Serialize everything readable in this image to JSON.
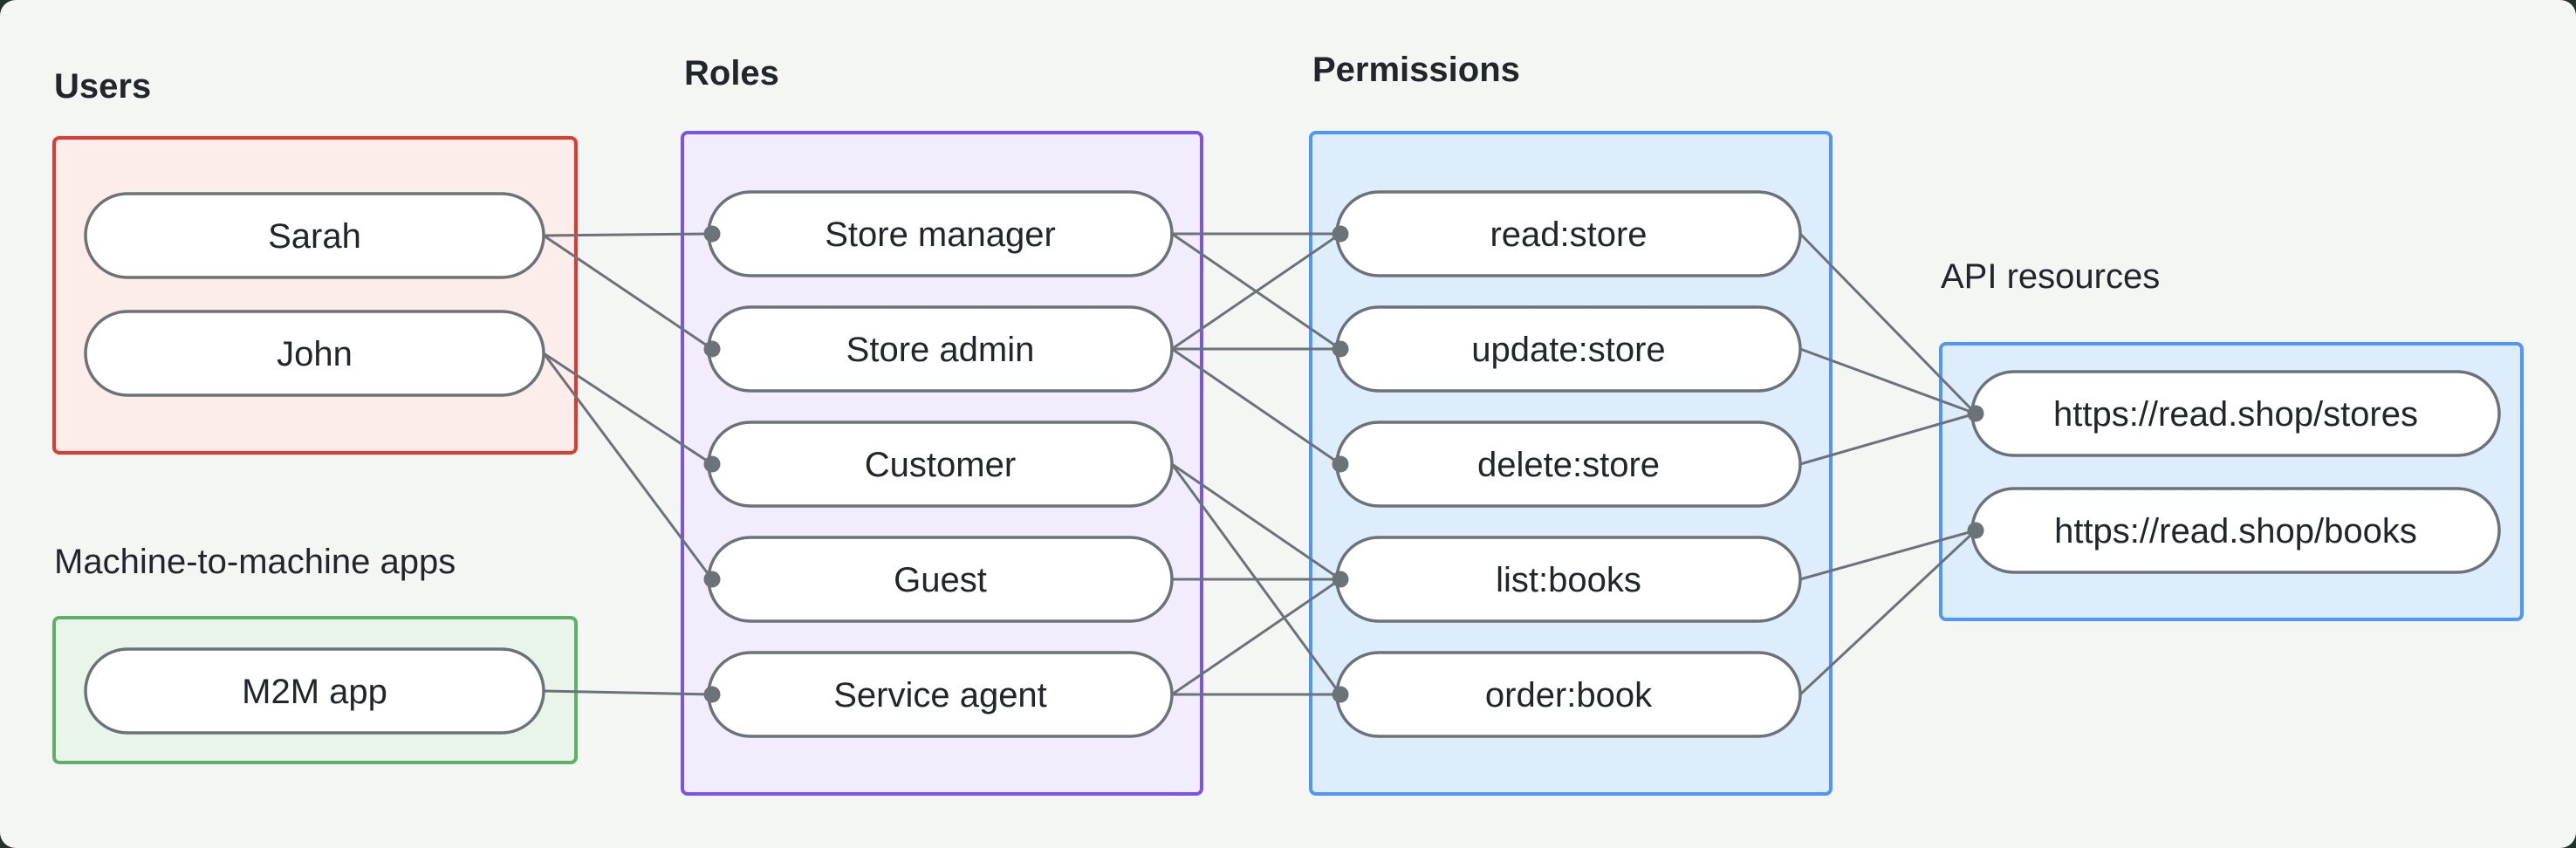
{
  "diagram": {
    "theme": {
      "background": "#f3f6f3",
      "text": "#21262b",
      "line": "#6b7278",
      "dot": "#6b7278",
      "node_fill": "#ffffff",
      "node_border": "#6b7278"
    },
    "groups": [
      {
        "id": "users",
        "label": "Users",
        "border": "#e03a30",
        "fill": "#fcecea",
        "nodes": [
          {
            "id": "sarah",
            "label": "Sarah"
          },
          {
            "id": "john",
            "label": "John"
          }
        ]
      },
      {
        "id": "m2m",
        "label": "Machine-to-machine apps",
        "border": "#5cb166",
        "fill": "#e9f5ea",
        "nodes": [
          {
            "id": "m2m-app",
            "label": "M2M app"
          }
        ]
      },
      {
        "id": "roles",
        "label": "Roles",
        "border": "#7a52f4",
        "fill": "#f2edfc",
        "nodes": [
          {
            "id": "store-manager",
            "label": "Store manager"
          },
          {
            "id": "store-admin",
            "label": "Store admin"
          },
          {
            "id": "customer",
            "label": "Customer"
          },
          {
            "id": "guest",
            "label": "Guest"
          },
          {
            "id": "service-agent",
            "label": "Service agent"
          }
        ]
      },
      {
        "id": "permissions",
        "label": "Permissions",
        "border": "#4d96fb",
        "fill": "#deedfc",
        "nodes": [
          {
            "id": "read-store",
            "label": "read:store"
          },
          {
            "id": "update-store",
            "label": "update:store"
          },
          {
            "id": "delete-store",
            "label": "delete:store"
          },
          {
            "id": "list-books",
            "label": "list:books"
          },
          {
            "id": "order-book",
            "label": "order:book"
          }
        ]
      },
      {
        "id": "api",
        "label": "API resources",
        "border": "#4d96fb",
        "fill": "#deedfc",
        "nodes": [
          {
            "id": "stores-api",
            "label": "https://read.shop/stores"
          },
          {
            "id": "books-api",
            "label": "https://read.shop/books"
          }
        ]
      }
    ],
    "connections": [
      [
        "sarah",
        "store-manager"
      ],
      [
        "sarah",
        "store-admin"
      ],
      [
        "john",
        "customer"
      ],
      [
        "john",
        "guest"
      ],
      [
        "m2m-app",
        "service-agent"
      ],
      [
        "store-manager",
        "read-store"
      ],
      [
        "store-manager",
        "update-store"
      ],
      [
        "store-admin",
        "read-store"
      ],
      [
        "store-admin",
        "update-store"
      ],
      [
        "store-admin",
        "delete-store"
      ],
      [
        "customer",
        "list-books"
      ],
      [
        "customer",
        "order-book"
      ],
      [
        "guest",
        "list-books"
      ],
      [
        "service-agent",
        "list-books"
      ],
      [
        "service-agent",
        "order-book"
      ],
      [
        "read-store",
        "stores-api"
      ],
      [
        "update-store",
        "stores-api"
      ],
      [
        "delete-store",
        "stores-api"
      ],
      [
        "list-books",
        "books-api"
      ],
      [
        "order-book",
        "books-api"
      ]
    ]
  }
}
